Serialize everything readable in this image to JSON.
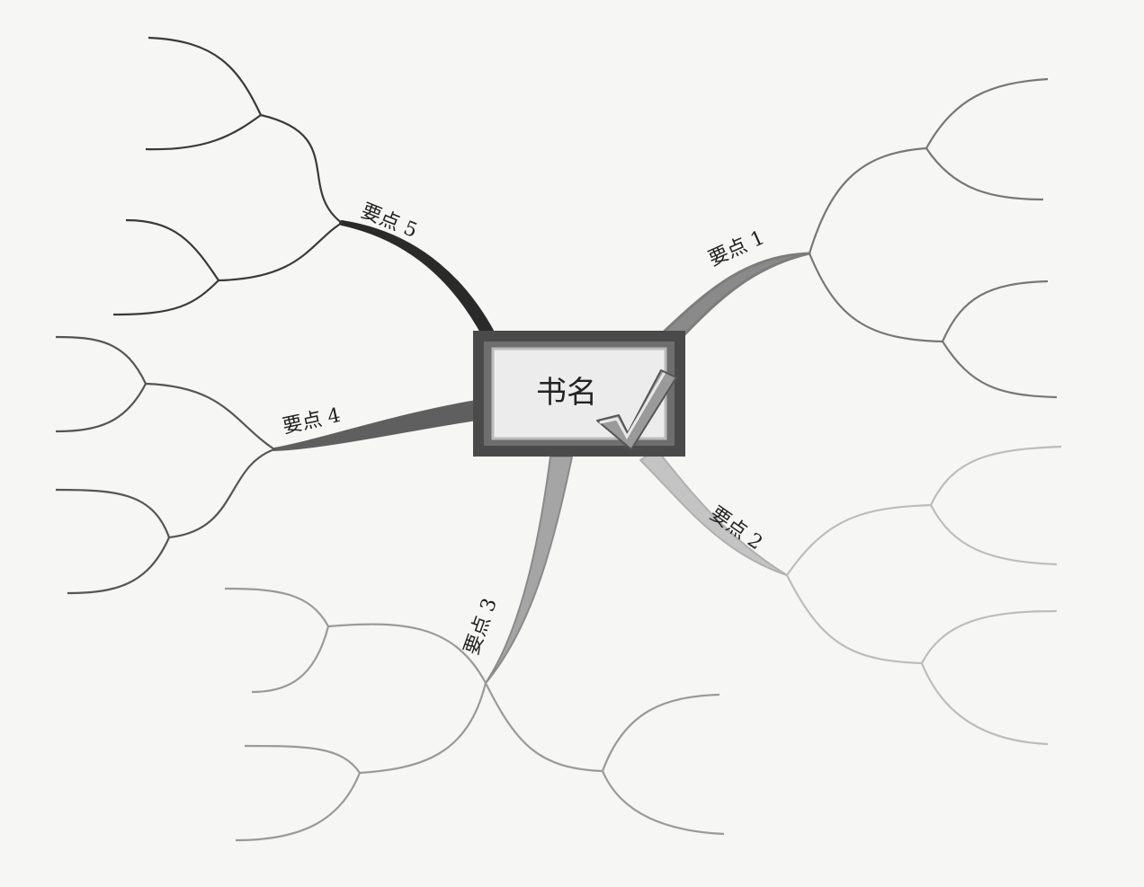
{
  "center": {
    "title": "书名",
    "check_icon": "checkmark-icon"
  },
  "branches": [
    {
      "label": "要点 1",
      "color": "#7d7d7d"
    },
    {
      "label": "要点 2",
      "color": "#b6b6b6"
    },
    {
      "label": "要点 3",
      "color": "#a5a5a5"
    },
    {
      "label": "要点 4",
      "color": "#5f5f5f"
    },
    {
      "label": "要点 5",
      "color": "#2a2a2a"
    }
  ],
  "colors": {
    "background": "#f6f6f4",
    "frame": "#4a4a4a",
    "frame_inner": "#dcdcdc"
  }
}
